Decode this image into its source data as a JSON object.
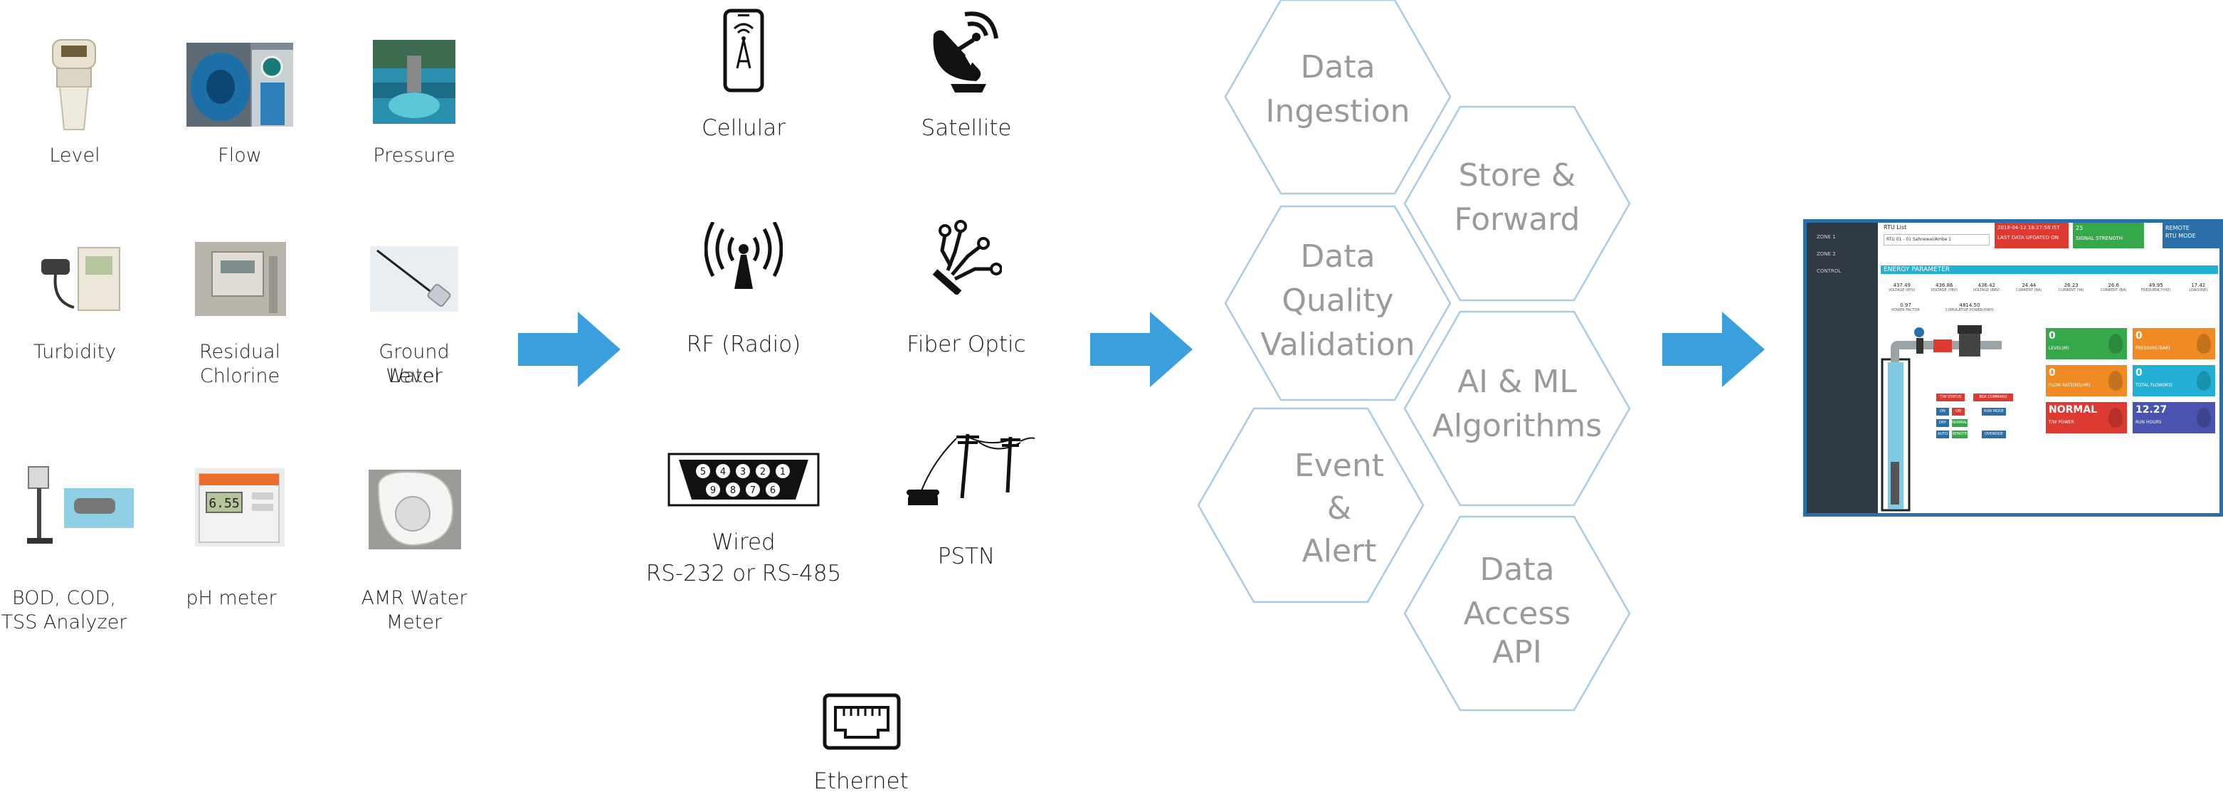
{
  "sensors": {
    "level": "Level",
    "flow": "Flow",
    "pressure": "Pressure",
    "turbidity": "Turbidity",
    "residual_chlorine_1": "Residual",
    "residual_chlorine_2": "Chlorine",
    "ground_water_1": "Ground Water",
    "ground_water_2": "Level",
    "bod_1": "BOD, COD,",
    "bod_2": "TSS Analyzer",
    "ph": "pH meter",
    "amr_1": "AMR Water",
    "amr_2": "Meter",
    "ph_display": "6.55"
  },
  "comms": {
    "cellular": "Cellular",
    "satellite": "Satellite",
    "rf": "RF (Radio)",
    "fiber": "Fiber Optic",
    "wired_1": "Wired",
    "wired_2": "RS-232 or RS-485",
    "pstn": "PSTN",
    "ethernet": "Ethernet",
    "rs_pins_top": [
      "5",
      "4",
      "3",
      "2",
      "1"
    ],
    "rs_pins_bottom": [
      "9",
      "8",
      "7",
      "6"
    ]
  },
  "platform": {
    "ingestion_1": "Data",
    "ingestion_2": "Ingestion",
    "store_1": "Store &",
    "store_2": "Forward",
    "quality_1": "Data",
    "quality_2": "Quality",
    "quality_3": "Validation",
    "ai_1": "AI & ML",
    "ai_2": "Algorithms",
    "event_1": "Event",
    "event_2": "&",
    "event_3": "Alert",
    "api_1": "Data",
    "api_2": "Access",
    "api_3": "API"
  },
  "dashboard": {
    "sidebar": [
      "ZONE 1",
      "ZONE 2",
      "CONTROL"
    ],
    "rtu_label": "RTU List",
    "rtu_select": "RTU 01 - 01 Sahnewal/Ambe 1",
    "last_data_value": "2018-04-12 16:27:58 IST",
    "last_data_label": "LAST DATA UPDATED ON",
    "signal_value": "25",
    "signal_label": "SIGNAL STRENGTH",
    "remote_1": "REMOTE",
    "remote_2": "RTU MODE",
    "energy_title": "ENERGY PARAMETER",
    "energy_row1": [
      {
        "v": "437.49",
        "l": "VOLTAGE (RYV)"
      },
      {
        "v": "436.86",
        "l": "VOLTAGE (YBV)"
      },
      {
        "v": "436.42",
        "l": "VOLTAGE (BRV)"
      },
      {
        "v": "24.44",
        "l": "CURRENT (RA)"
      },
      {
        "v": "26.23",
        "l": "CURRENT (YA)"
      },
      {
        "v": "26.6",
        "l": "CURRENT (BA)"
      },
      {
        "v": "49.95",
        "l": "FREQUENCY(HZ)"
      },
      {
        "v": "17.42",
        "l": "LOAD(KW)"
      }
    ],
    "energy_row2": [
      {
        "v": "0.97",
        "l": "POWER FACTOR"
      },
      {
        "v": "4814.50",
        "l": "CUMULATIVE POWER(KWH)"
      }
    ],
    "ctrl_buttons": [
      "T/W STATUS",
      "BOX COMMAND",
      "ON",
      "ON",
      "DRY",
      "NORMAL",
      "RUN MODE",
      "AUTO",
      "REMOTE",
      "OVERRIDE"
    ],
    "tiles": [
      {
        "value": "0",
        "label": "LEVEL(M)",
        "color": "#35a84a"
      },
      {
        "value": "0",
        "label": "PRESSURE(BAR)",
        "color": "#f08a24"
      },
      {
        "value": "0",
        "label": "FLOW RATE(M3/HR)",
        "color": "#f08a24"
      },
      {
        "value": "0",
        "label": "TOTAL FLOW(M3)",
        "color": "#22b1d4"
      },
      {
        "value": "NORMAL",
        "label": "T/W POWER",
        "color": "#dd3b32"
      },
      {
        "value": "12.27",
        "label": "RUN HOURS",
        "color": "#4a54b0"
      }
    ]
  },
  "colors": {
    "arrow": "#3a9fdc",
    "hex_stroke": "#a9cbe6",
    "hex_text": "#9a9a9a"
  }
}
